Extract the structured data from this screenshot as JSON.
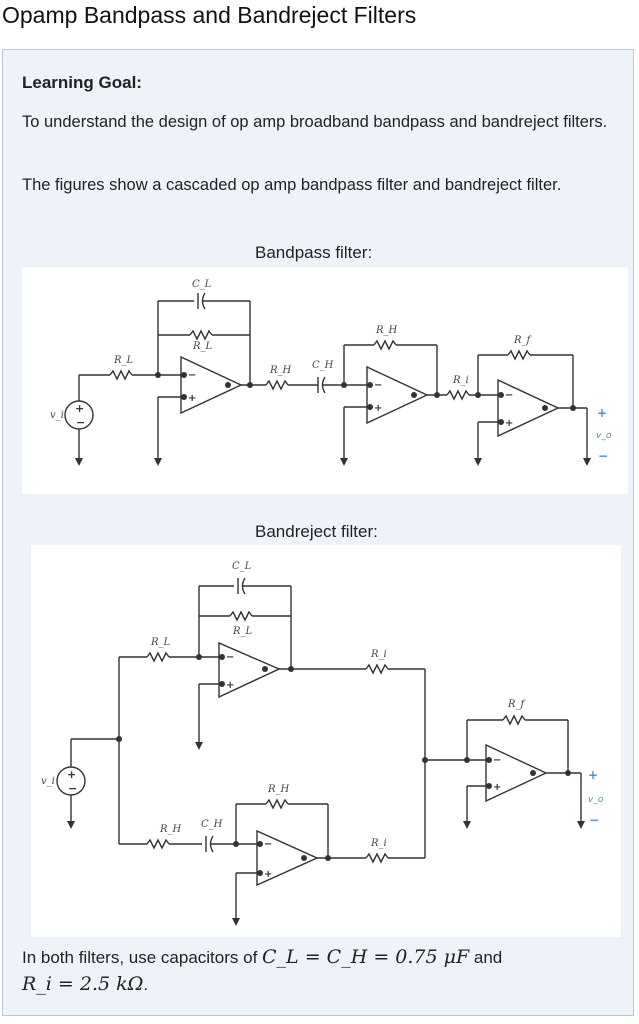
{
  "title": "Opamp Bandpass and Bandreject Filters",
  "learning_goal": {
    "heading": "Learning Goal:",
    "text": "To understand the design of op amp broadband bandpass and bandreject filters."
  },
  "intro": "The figures show a cascaded op amp bandpass filter and bandreject filter.",
  "figures": {
    "bandpass": {
      "caption": "Bandpass filter:",
      "labels": {
        "CL": "C_L",
        "RL_fb": "R_L",
        "RL_in": "R_L",
        "RH_in": "R_H",
        "CH": "C_H",
        "RH_fb": "R_H",
        "Ri": "R_i",
        "Rf": "R_f",
        "vi": "v_i",
        "vo": "v_o",
        "plus": "+",
        "minus": "−"
      }
    },
    "bandreject": {
      "caption": "Bandreject filter:",
      "labels": {
        "CL": "C_L",
        "RL_fb": "R_L",
        "RL_in": "R_L",
        "Ri_top": "R_i",
        "Rf": "R_f",
        "RH_fb": "R_H",
        "RH_in": "R_H",
        "CH": "C_H",
        "Ri_bot": "R_i",
        "vi": "v_i",
        "vo": "v_o",
        "plus": "+",
        "minus": "−"
      }
    }
  },
  "bottom": {
    "prefix": "In both filters, use capacitors of ",
    "eq1": "C_L = C_H = 0.75 μF",
    "mid": " and",
    "eq2": "R_i = 2.5 kΩ",
    "suffix": "."
  },
  "colors": {
    "wire": "#333333",
    "label": "#444444",
    "output": "#4a90d9",
    "panel": "#eef3fa"
  }
}
